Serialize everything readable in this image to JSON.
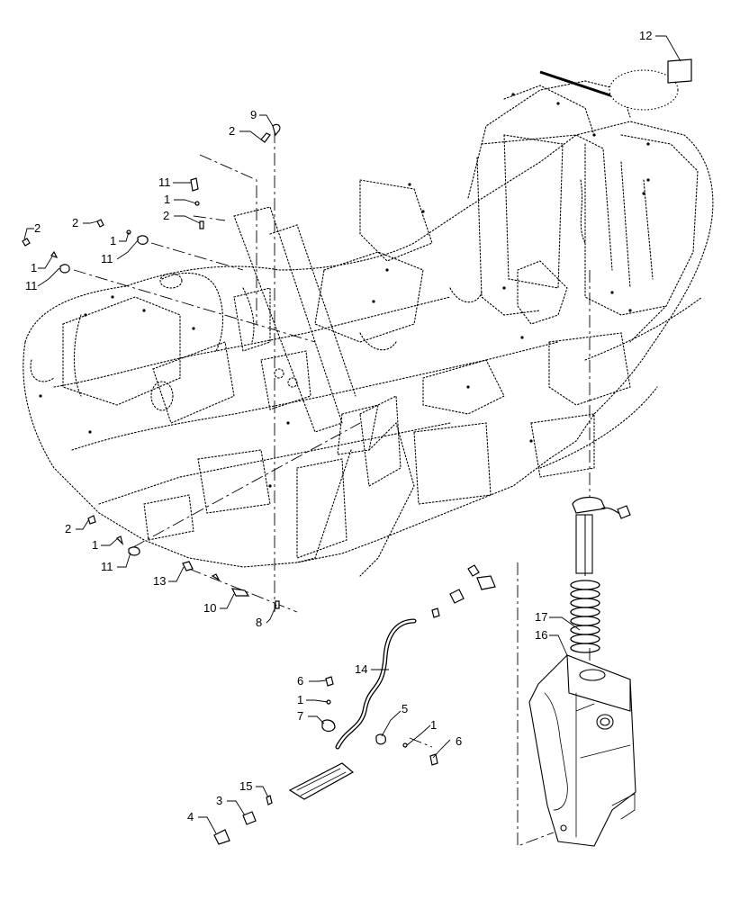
{
  "callouts": {
    "c12": "12",
    "c9": "9",
    "c2_top": "2",
    "c11_a": "11",
    "c1_a": "1",
    "c2_b": "2",
    "c2_c": "2",
    "c2_d": "2",
    "c1_b": "1",
    "c11_b": "11",
    "c1_c": "1",
    "c11_c": "11",
    "c2_e": "2",
    "c1_d": "1",
    "c11_d": "11",
    "c13": "13",
    "c10": "10",
    "c8": "8",
    "c14": "14",
    "c6_a": "6",
    "c1_e": "1",
    "c7": "7",
    "c5": "5",
    "c1_f": "1",
    "c6_b": "6",
    "c15": "15",
    "c3": "3",
    "c4": "4",
    "c17": "17",
    "c16": "16"
  }
}
